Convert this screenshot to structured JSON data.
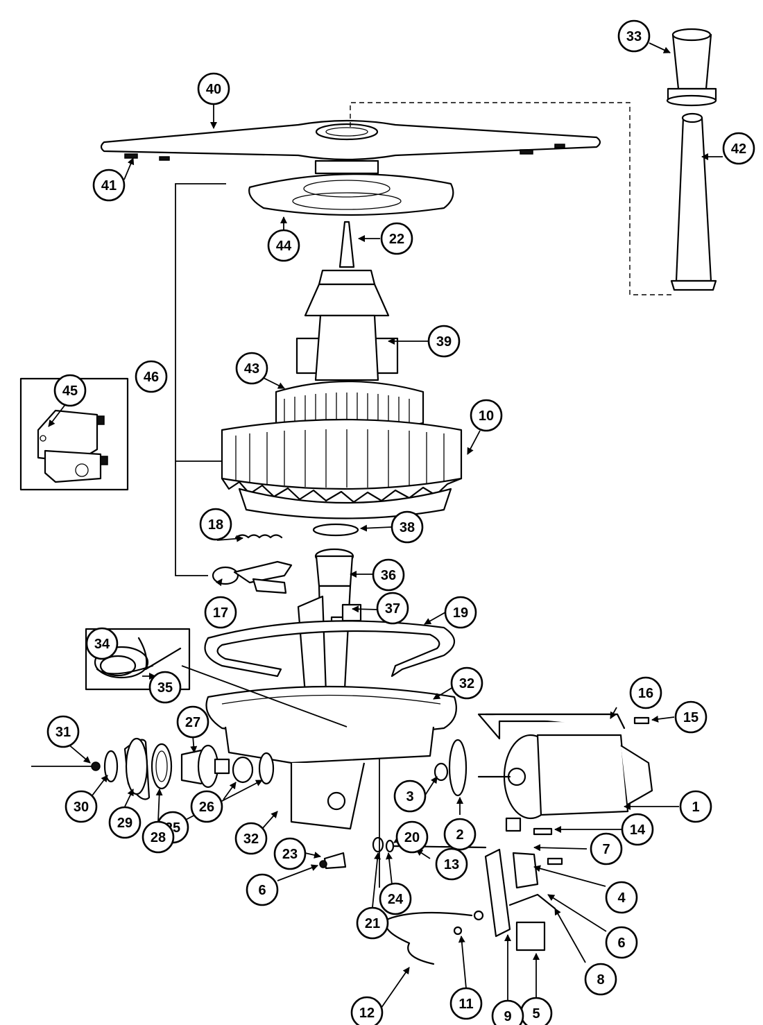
{
  "callouts": [
    "1",
    "2",
    "3",
    "4",
    "5",
    "6",
    "7",
    "8",
    "9",
    "10",
    "11",
    "12",
    "13",
    "14",
    "15",
    "16",
    "17",
    "18",
    "19",
    "20",
    "21",
    "22",
    "23",
    "24",
    "25",
    "26",
    "27",
    "28",
    "29",
    "30",
    "31",
    "32",
    "33",
    "34",
    "35",
    "36",
    "37",
    "38",
    "39",
    "40",
    "41",
    "42",
    "43",
    "44",
    "45",
    "46"
  ]
}
